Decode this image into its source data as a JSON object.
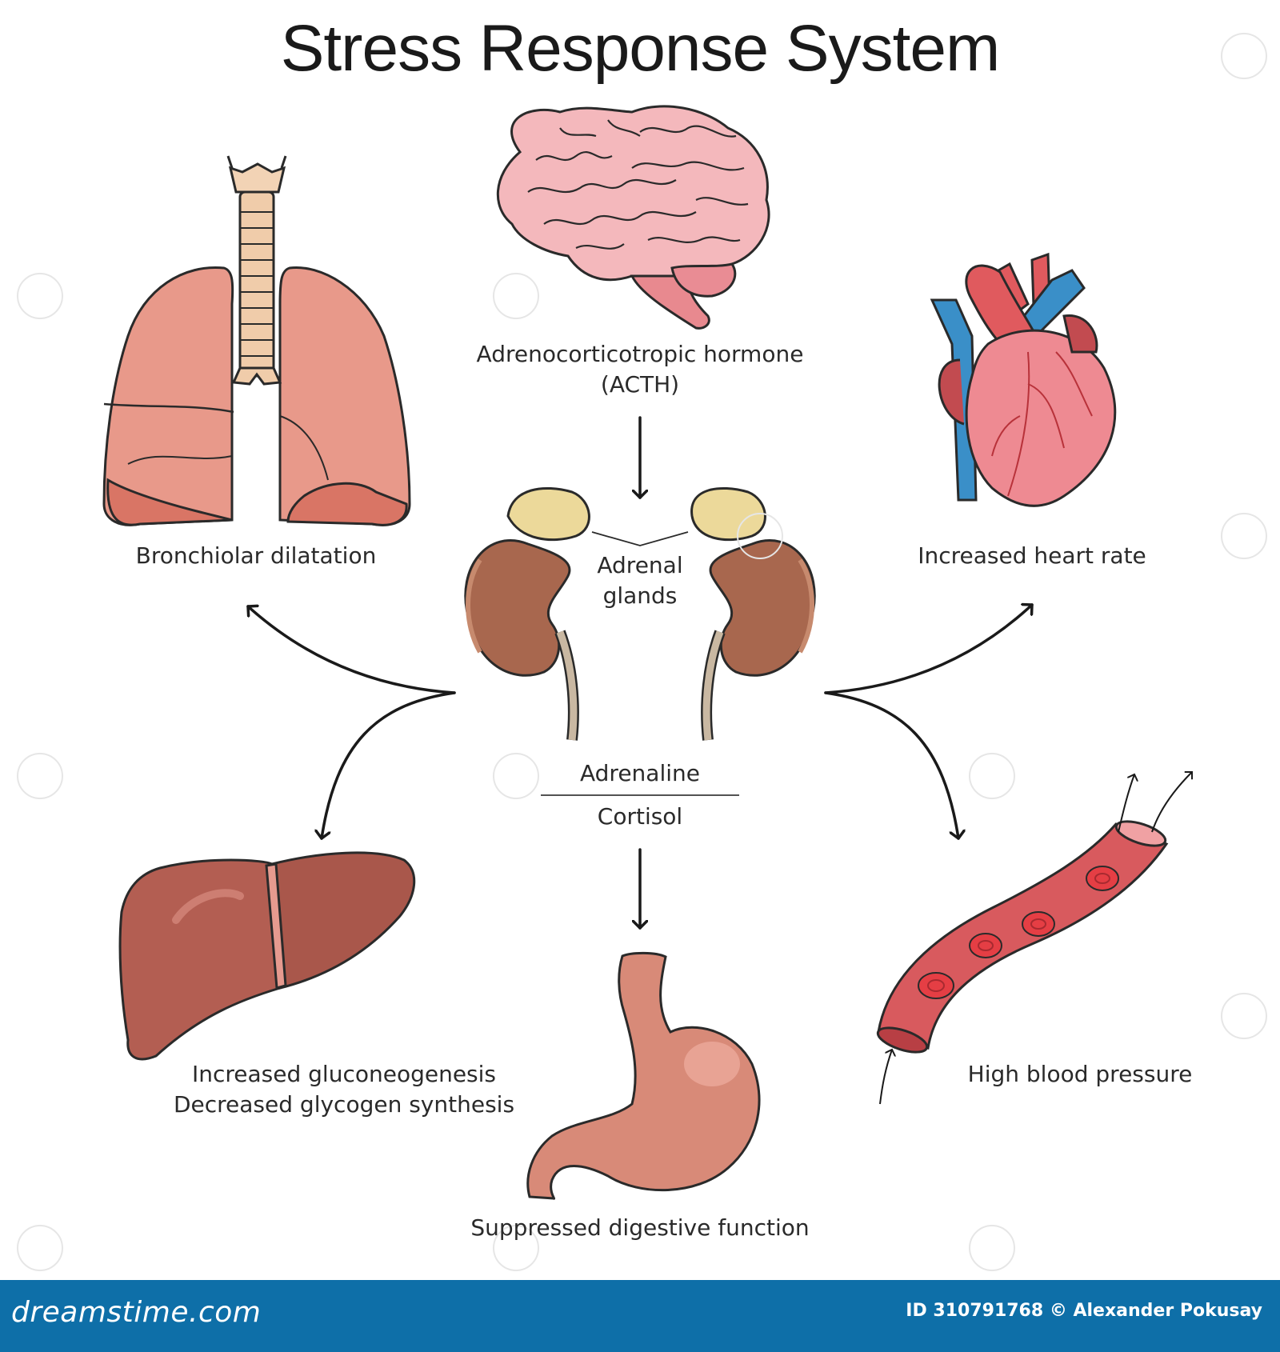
{
  "title": "Stress Response System",
  "nodes": {
    "brain": {
      "label_line1": "Adrenocorticotropic hormone",
      "label_line2": "(ACTH)"
    },
    "adrenal": {
      "label_line1": "Adrenal",
      "label_line2": "glands"
    },
    "hormones": {
      "top": "Adrenaline",
      "bottom": "Cortisol"
    },
    "lungs": {
      "label": "Bronchiolar dilatation"
    },
    "heart": {
      "label": "Increased heart rate"
    },
    "liver": {
      "label_line1": "Increased gluconeogenesis",
      "label_line2": "Decreased glycogen synthesis"
    },
    "stomach": {
      "label": "Suppressed digestive function"
    },
    "vessel": {
      "label": "High blood pressure"
    }
  },
  "footer": {
    "logo": "dreamstime.com",
    "credit": "ID 310791768 © Alexander Pokusay"
  },
  "colors": {
    "lung": "#e8998a",
    "lung_dark": "#d97565",
    "brain": "#f4b8bc",
    "kidney": "#a8674e",
    "adrenal": "#ecd99a",
    "heart_red": "#e05a5e",
    "heart_blue": "#3a8fc8",
    "liver": "#b35e52",
    "stomach": "#d88a78",
    "vessel": "#d85a5e",
    "footer": "#0e6fa8"
  }
}
